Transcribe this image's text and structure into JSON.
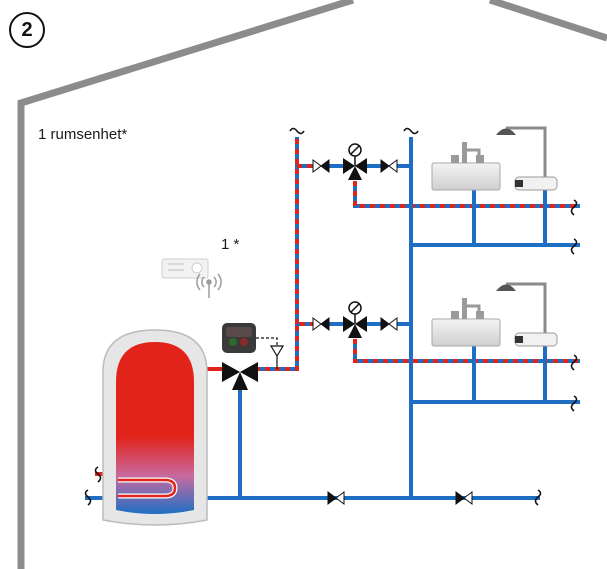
{
  "diagram": {
    "badge_number": "2",
    "room_unit_label": "1 rumsenhet*",
    "unit_marker_label": "1 *"
  },
  "colors": {
    "house_outline": "#8c8c8c",
    "cold_pipe": "#1e6fc4",
    "hot_pipe": "#e2231a",
    "tank_hot": "#e2231a",
    "tank_cold": "#1e6fc4"
  },
  "components": {
    "tank": "hot-water-storage-tank",
    "mixing_valve": "three-way-mixing-valve-with-actuator",
    "room_unit": "wireless-room-unit",
    "wireless_icon": "wireless-signal-icon",
    "upper_sink": "wash-basin",
    "lower_sink": "wash-basin",
    "upper_shower": "shower-with-mixer",
    "lower_shower": "shower-with-mixer"
  }
}
